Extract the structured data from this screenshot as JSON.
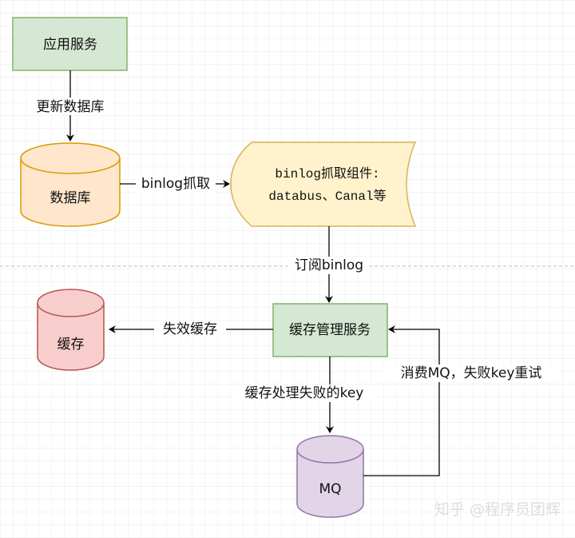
{
  "nodes": {
    "app_service": "应用服务",
    "database": "数据库",
    "binlog_component_line1": "binlog抓取组件:",
    "binlog_component_line2": "databus、Canal等",
    "cache_manager": "缓存管理服务",
    "cache": "缓存",
    "mq": "MQ"
  },
  "edges": {
    "update_db": "更新数据库",
    "binlog_capture": "binlog抓取",
    "subscribe_binlog": "订阅binlog",
    "invalidate_cache": "失效缓存",
    "failed_keys": "缓存处理失败的key",
    "retry": "消费MQ，失败key重试"
  },
  "watermark": "知乎 @程序员团辉",
  "colors": {
    "green_fill": "#d5e8d4",
    "green_stroke": "#82b366",
    "orange_fill": "#ffe6cc",
    "orange_stroke": "#d79b00",
    "yellow_fill": "#fff2cc",
    "yellow_stroke": "#d6b656",
    "red_fill": "#f8cecc",
    "red_stroke": "#b85450",
    "purple_fill": "#e1d5e7",
    "purple_stroke": "#9673a6"
  }
}
